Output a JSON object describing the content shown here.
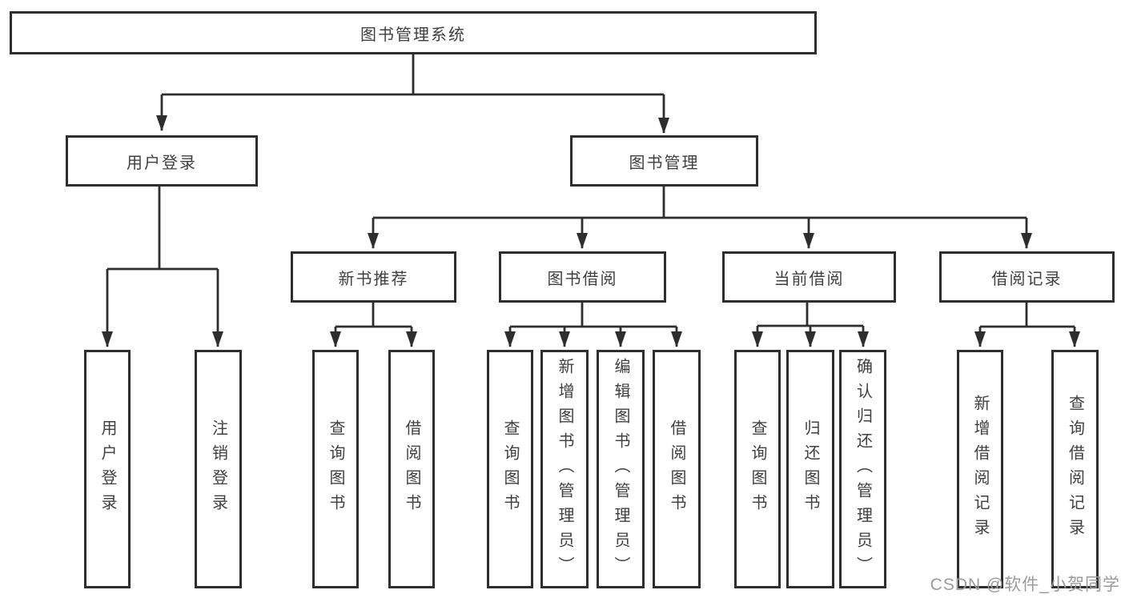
{
  "diagram": {
    "type": "tree",
    "colors": {
      "line": "#2e2e2e",
      "box_border": "#2e2e2e",
      "box_background": "#ffffff",
      "text": "#3f3f3f",
      "watermark": "#9b9b9b",
      "page_background": "#ffffff"
    },
    "tree": {
      "label": "图书管理系统",
      "children": [
        {
          "label": "用户登录",
          "children": [
            {
              "label": "用户登录"
            },
            {
              "label": "注销登录"
            }
          ]
        },
        {
          "label": "图书管理",
          "children": [
            {
              "label": "新书推荐",
              "children": [
                {
                  "label": "查询图书"
                },
                {
                  "label": "借阅图书"
                }
              ]
            },
            {
              "label": "图书借阅",
              "children": [
                {
                  "label": "查询图书"
                },
                {
                  "label": "新增图书（管理员）"
                },
                {
                  "label": "编辑图书（管理员）"
                },
                {
                  "label": "借阅图书"
                }
              ]
            },
            {
              "label": "当前借阅",
              "children": [
                {
                  "label": "查询图书"
                },
                {
                  "label": "归还图书"
                },
                {
                  "label": "确认归还（管理员）"
                }
              ]
            },
            {
              "label": "借阅记录",
              "children": [
                {
                  "label": "新增借阅记录"
                },
                {
                  "label": "查询借阅记录"
                }
              ]
            }
          ]
        }
      ]
    },
    "watermark": {
      "text": "CSDN @软件_小贺同学"
    }
  }
}
